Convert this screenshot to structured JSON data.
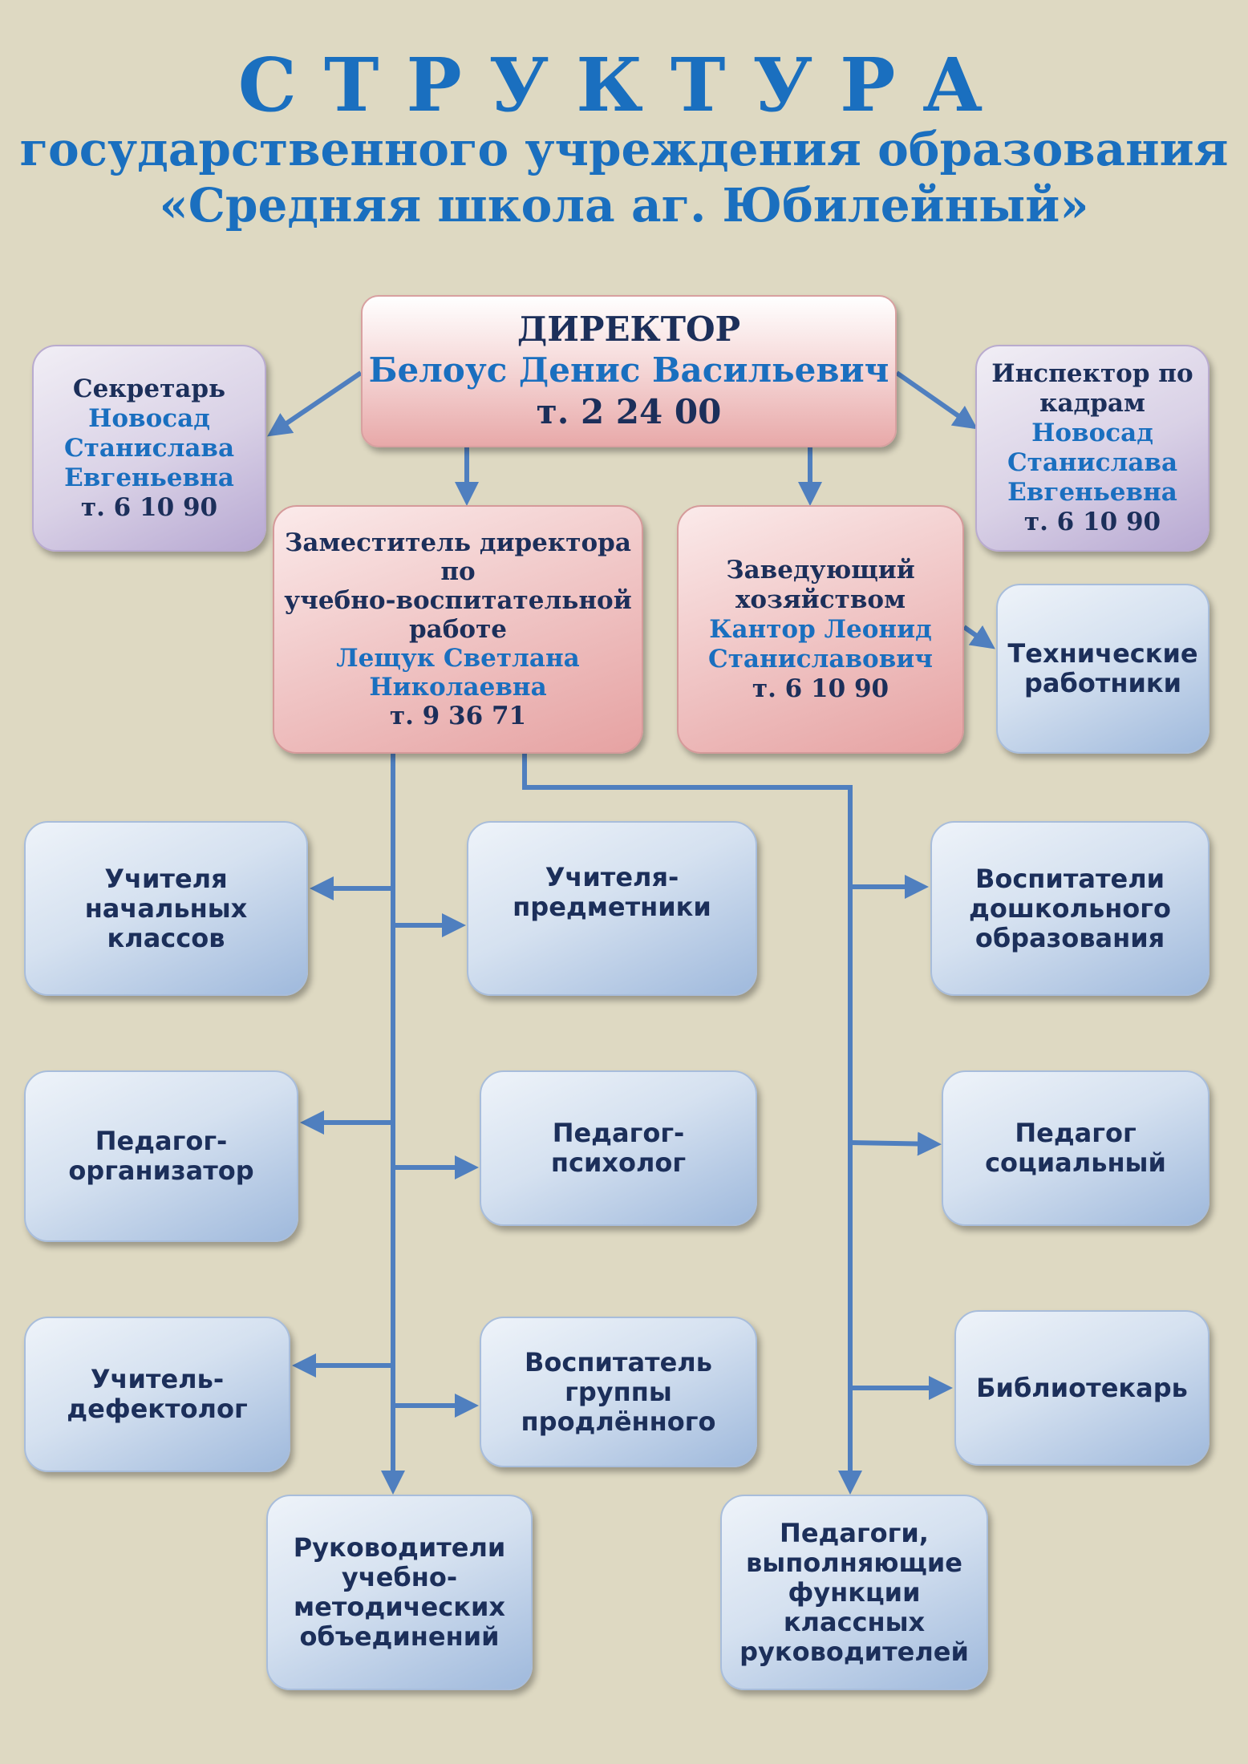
{
  "title": {
    "main": "СТРУКТУРА",
    "line2": "государственного учреждения образования",
    "line3": "«Средняя школа аг. Юбилейный»"
  },
  "director": {
    "role": "ДИРЕКТОР",
    "name": "Белоус Денис Васильевич",
    "phone": "т. 2 24 00"
  },
  "secretary": {
    "role": "Секретарь",
    "name_lines": [
      "Новосад",
      "Станислава",
      "Евгеньевна"
    ],
    "phone": "т. 6 10 90"
  },
  "hr_inspector": {
    "role_lines": [
      "Инспектор по",
      "кадрам"
    ],
    "name_lines": [
      "Новосад",
      "Станислава",
      "Евгеньевна"
    ],
    "phone": "т. 6 10 90"
  },
  "deputy": {
    "role_lines": [
      "Заместитель директора",
      "по",
      "учебно-воспитательной",
      "работе"
    ],
    "name_lines": [
      "Лещук Светлана",
      "Николаевна"
    ],
    "phone": "т. 9 36 71"
  },
  "household_head": {
    "role_lines": [
      "Заведующий",
      "хозяйством"
    ],
    "name_lines": [
      "Кантор Леонид",
      "Станиславович"
    ],
    "phone": "т. 6 10 90"
  },
  "units": {
    "technical": [
      "Технические",
      "работники"
    ],
    "primary_teachers": [
      "Учителя",
      "начальных",
      "классов"
    ],
    "subject_teachers": [
      "Учителя-",
      "предметники"
    ],
    "preschool": [
      "Воспитатели",
      "дошкольного",
      "образования"
    ],
    "organizer": [
      "Педагог-",
      "организатор"
    ],
    "psychologist": [
      "Педагог-",
      "психолог"
    ],
    "social": [
      "Педагог",
      "социальный"
    ],
    "defectologist": [
      "Учитель-",
      "дефектолог"
    ],
    "extended_group": [
      "Воспитатель",
      "группы",
      "продлённого"
    ],
    "librarian": [
      "Библиотекарь"
    ],
    "method_heads": [
      "Руководители",
      "учебно-",
      "методических",
      "объединений"
    ],
    "class_teachers": [
      "Педагоги,",
      "выполняющие",
      "функции",
      "классных",
      "руководителей"
    ]
  },
  "colors": {
    "background": "#ded9c2",
    "title": "#1a6fbf",
    "connector": "#4f7fbf",
    "text_dark": "#1c2f5a"
  }
}
